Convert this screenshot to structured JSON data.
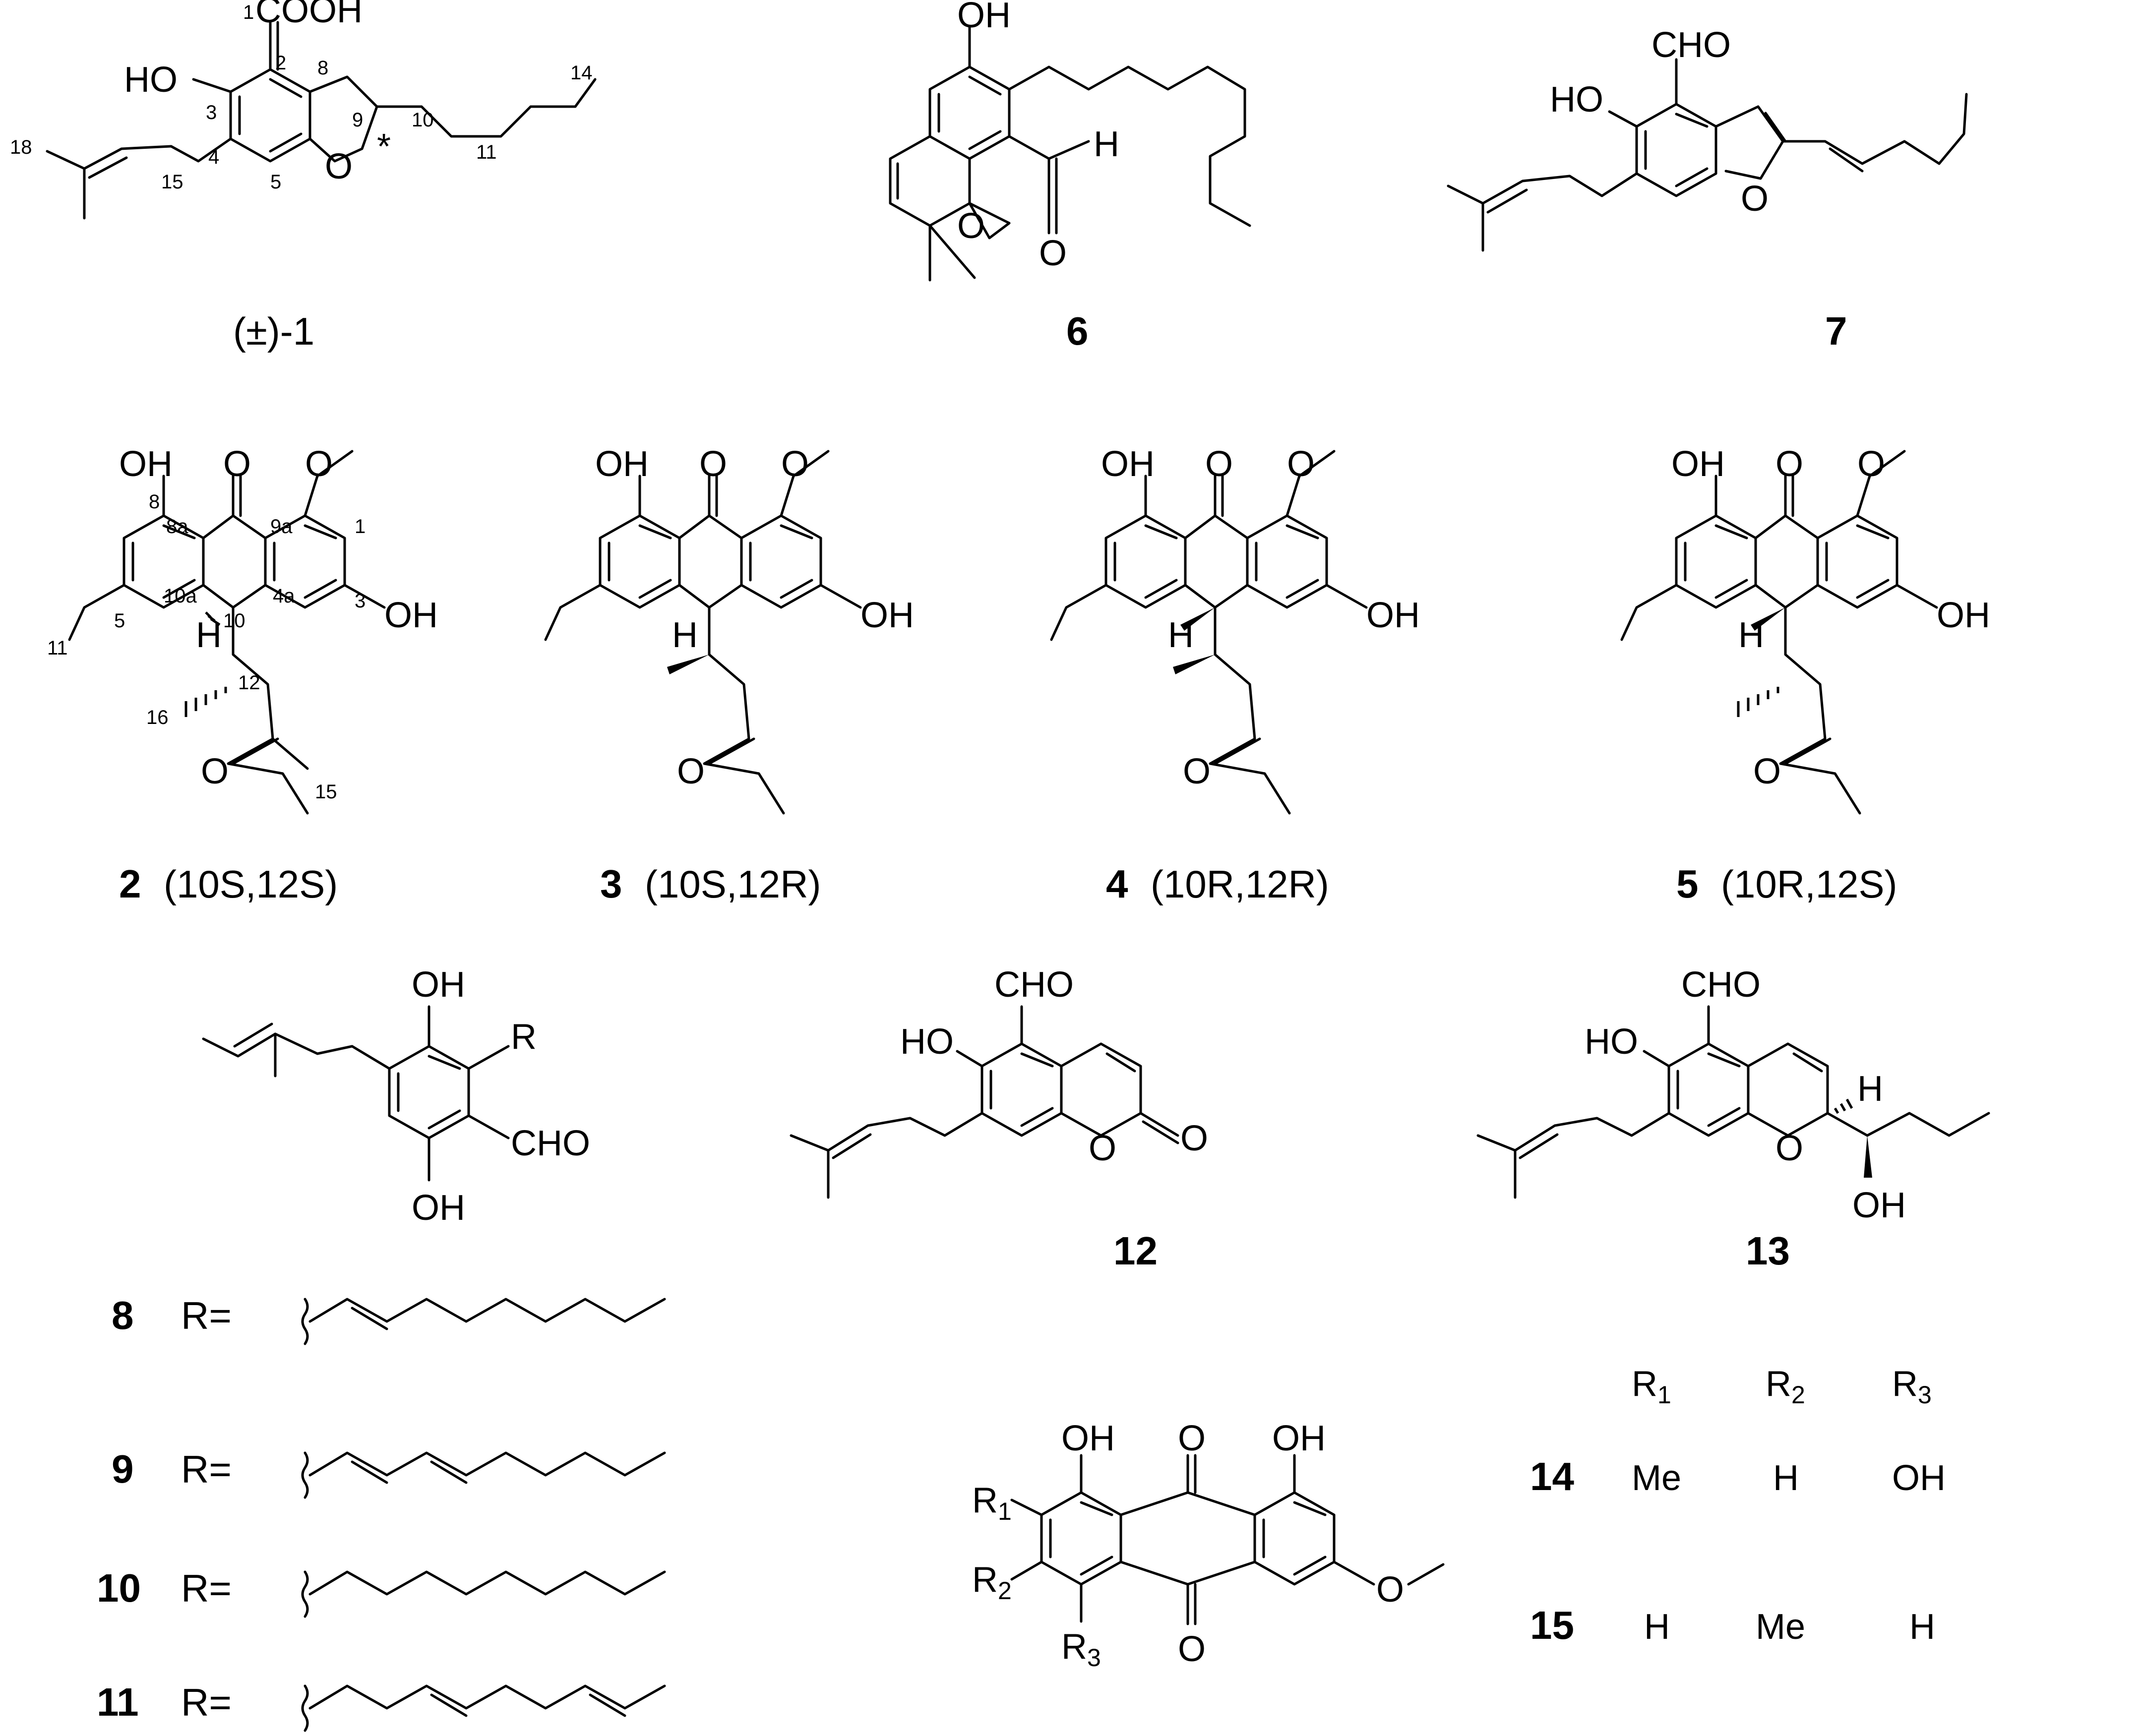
{
  "compounds": {
    "c1": {
      "id": "(±)-1",
      "cooh": "COOH",
      "c1n": "1",
      "oh": "HO",
      "o": "O",
      "star": "*",
      "nums": [
        "2",
        "3",
        "4",
        "5",
        "8",
        "9",
        "10",
        "11",
        "14",
        "15",
        "18"
      ]
    },
    "c6": {
      "id": "6",
      "oh": "OH",
      "o_ring": "O",
      "h": "H",
      "o_ald": "O"
    },
    "c7": {
      "id": "7",
      "cho": "CHO",
      "oh": "HO",
      "o": "O"
    },
    "c2": {
      "id": "2",
      "config": "(10S,12S)",
      "oh8": "OH",
      "o9": "O",
      "o1": "O",
      "oh3": "OH",
      "h": "H",
      "o14": "O",
      "nums": [
        "1",
        "3",
        "4a",
        "5",
        "8",
        "8a",
        "9a",
        "10",
        "10a",
        "11",
        "12",
        "15",
        "16"
      ]
    },
    "c3": {
      "id": "3",
      "config": "(10S,12R)",
      "oh8": "OH",
      "o9": "O",
      "o1": "O",
      "oh3": "OH",
      "h": "H",
      "o14": "O"
    },
    "c4": {
      "id": "4",
      "config": "(10R,12R)",
      "oh8": "OH",
      "o9": "O",
      "o1": "O",
      "oh3": "OH",
      "h": "H",
      "o14": "O"
    },
    "c5": {
      "id": "5",
      "config": "(10R,12S)",
      "oh8": "OH",
      "o9": "O",
      "o1": "O",
      "oh3": "OH",
      "h": "H",
      "o14": "O"
    },
    "c8_11": {
      "oh_top": "OH",
      "r": "R",
      "cho": "CHO",
      "oh_bot": "OH"
    },
    "c12": {
      "id": "12",
      "cho": "CHO",
      "oh": "HO",
      "o_ring": "O",
      "o_carb": "O"
    },
    "c13": {
      "id": "13",
      "cho": "CHO",
      "oh": "HO",
      "o_ring": "O",
      "h": "H",
      "oh_side": "OH"
    },
    "r_groups": [
      {
        "id": "8",
        "label": "R="
      },
      {
        "id": "9",
        "label": "R="
      },
      {
        "id": "10",
        "label": "R="
      },
      {
        "id": "11",
        "label": "R="
      }
    ],
    "emodin": {
      "oh1": "OH",
      "o9": "O",
      "oh8": "OH",
      "o10": "O",
      "o_me": "O",
      "r1": "R",
      "r1s": "1",
      "r2": "R",
      "r2s": "2",
      "r3": "R",
      "r3s": "3"
    },
    "table": {
      "headers": [
        {
          "r": "R",
          "s": "1"
        },
        {
          "r": "R",
          "s": "2"
        },
        {
          "r": "R",
          "s": "3"
        }
      ],
      "rows": [
        {
          "id": "14",
          "values": [
            "Me",
            "H",
            "OH"
          ]
        },
        {
          "id": "15",
          "values": [
            "H",
            "Me",
            "H"
          ]
        }
      ]
    }
  }
}
